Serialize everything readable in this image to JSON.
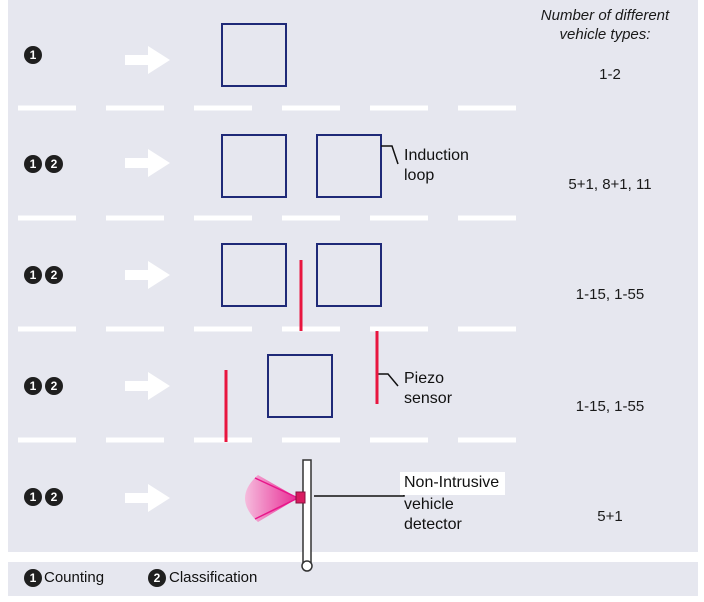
{
  "header": {
    "line1": "Number of different",
    "line2": "vehicle types:"
  },
  "rows": [
    {
      "badges": [
        "1"
      ],
      "vehicle_types": "1-2"
    },
    {
      "badges": [
        "1",
        "2"
      ],
      "vehicle_types": "5+1, 8+1, 11"
    },
    {
      "badges": [
        "1",
        "2"
      ],
      "vehicle_types": "1-15, 1-55"
    },
    {
      "badges": [
        "1",
        "2"
      ],
      "vehicle_types": "1-15, 1-55"
    },
    {
      "badges": [
        "1",
        "2"
      ],
      "vehicle_types": "5+1"
    }
  ],
  "labels": {
    "induction_loop_1": "Induction",
    "induction_loop_2": "loop",
    "piezo_1": "Piezo",
    "piezo_2": "sensor",
    "nid_1": "Non-Intrusive",
    "nid_2": "vehicle",
    "nid_3": "detector"
  },
  "legend": {
    "counting_badge": "1",
    "counting": "Counting",
    "classification_badge": "2",
    "classification": "Classification"
  },
  "colors": {
    "road": "#e6e7ef",
    "lane_marking": "#ffffff",
    "loop": "#1f2a78",
    "piezo": "#e8163f",
    "detector_beam": "#f2a8d3"
  }
}
